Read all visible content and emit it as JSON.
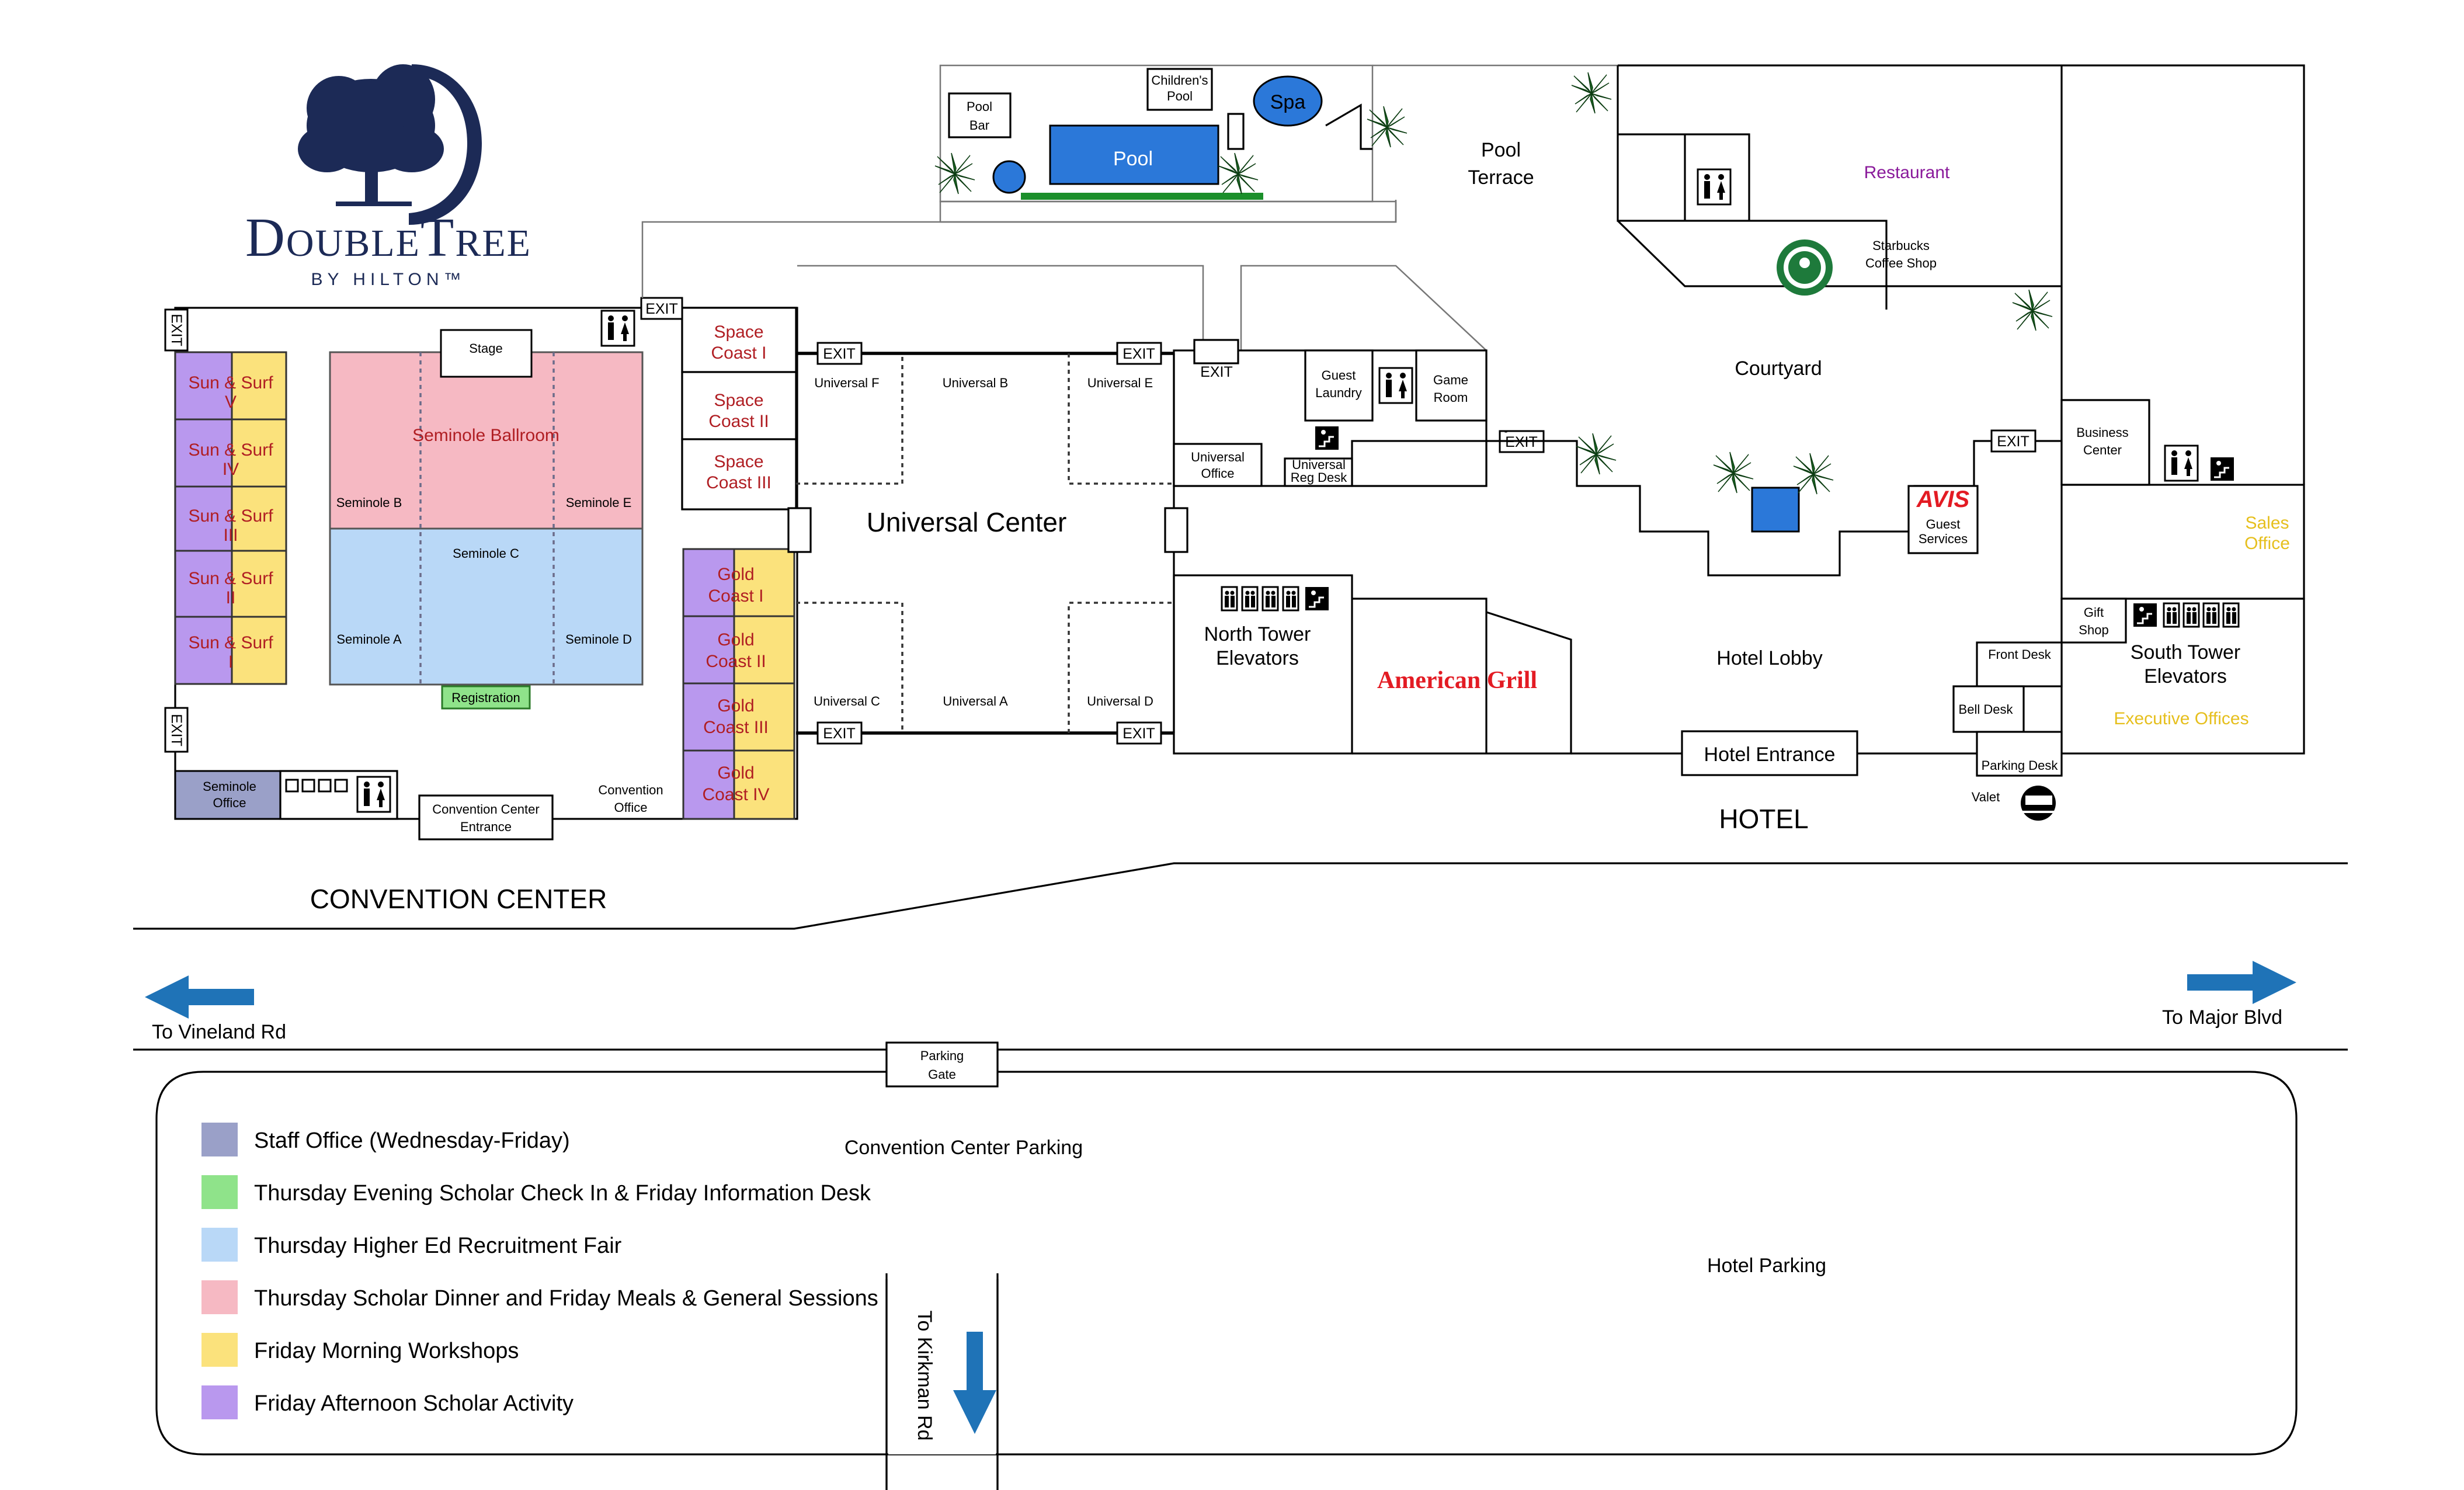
{
  "brand": {
    "name": "DoubleTree",
    "sub": "BY HILTON™"
  },
  "colors": {
    "staff": "#9aa0c8",
    "checkin": "#8fe38a",
    "fair": "#b9d8f7",
    "dinner": "#f6b9c3",
    "workshops": "#fbe27c",
    "activity": "#b998ee",
    "label_red": "#b01e23",
    "label_purple": "#8a1a9b",
    "label_yellow": "#e6bf1d",
    "label_teal": "#14809a",
    "blue_arrow": "#1f73b7",
    "pool": "#2b78d9"
  },
  "exit_label": "EXIT",
  "convention": {
    "title": "CONVENTION CENTER",
    "ballroom": "Seminole Ballroom",
    "stage": "Stage",
    "sections": [
      "Seminole B",
      "Seminole E",
      "Seminole C",
      "Seminole A",
      "Seminole D"
    ],
    "registration": "Registration",
    "sun_surf": [
      {
        "a": "Sun & Surf",
        "b": "V"
      },
      {
        "a": "Sun & Surf",
        "b": "IV"
      },
      {
        "a": "Sun & Surf",
        "b": "III"
      },
      {
        "a": "Sun & Surf",
        "b": "II"
      },
      {
        "a": "Sun & Surf",
        "b": "I"
      }
    ],
    "seminole_office": [
      "Seminole",
      "Office"
    ],
    "entrance": [
      "Convention Center",
      "Entrance"
    ],
    "conv_office": [
      "Convention",
      "Office"
    ],
    "space_coast": [
      {
        "a": "Space",
        "b": "Coast I"
      },
      {
        "a": "Space",
        "b": "Coast II"
      },
      {
        "a": "Space",
        "b": "Coast III"
      }
    ],
    "gold_coast": [
      {
        "a": "Gold",
        "b": "Coast I"
      },
      {
        "a": "Gold",
        "b": "Coast II"
      },
      {
        "a": "Gold",
        "b": "Coast III"
      },
      {
        "a": "Gold",
        "b": "Coast IV"
      }
    ]
  },
  "universal": {
    "title": "Universal Center",
    "rooms": [
      "Universal F",
      "Universal B",
      "Universal E",
      "Universal C",
      "Universal A",
      "Universal D"
    ],
    "office": [
      "Universal",
      "Office"
    ],
    "reg_desk": [
      "Universal",
      "Reg Desk"
    ],
    "guest_laundry": [
      "Guest",
      "Laundry"
    ],
    "game_room": [
      "Game",
      "Room"
    ]
  },
  "pool_area": {
    "pool_bar": [
      "Pool",
      "Bar"
    ],
    "childrens_pool": [
      "Children's",
      "Pool"
    ],
    "spa": "Spa",
    "pool": "Pool",
    "terrace": [
      "Pool",
      "Terrace"
    ]
  },
  "hotel": {
    "title": "HOTEL",
    "restaurant": "Restaurant",
    "starbucks": [
      "Starbucks",
      "Coffee Shop"
    ],
    "courtyard": "Courtyard",
    "business_center": [
      "Business",
      "Center"
    ],
    "sales_office": [
      "Sales",
      "Office"
    ],
    "avis": "AVIS",
    "guest_services": [
      "Guest",
      "Services"
    ],
    "north_elevators": [
      "North Tower",
      "Elevators"
    ],
    "american_grill": "American Grill",
    "lobby": "Hotel Lobby",
    "gift_shop": [
      "Gift",
      "Shop"
    ],
    "south_elevators": [
      "South Tower",
      "Elevators"
    ],
    "executive_offices": "Executive Offices",
    "front_desk": "Front Desk",
    "bell_desk": "Bell Desk",
    "parking_desk": "Parking Desk",
    "valet": "Valet",
    "entrance": "Hotel Entrance"
  },
  "roads": {
    "to_vineland": "To Vineland Rd",
    "to_major": "To Major Blvd",
    "parking_gate": [
      "Parking",
      "Gate"
    ],
    "convention_parking": "Convention Center Parking",
    "hotel_parking": "Hotel Parking",
    "to_kirkman": "To Kirkman Rd"
  },
  "legend": [
    {
      "label": "Staff Office (Wednesday-Friday)",
      "color": "#9aa0c8"
    },
    {
      "label": "Thursday Evening Scholar Check In & Friday Information Desk",
      "color": "#8fe38a"
    },
    {
      "label": "Thursday Higher Ed Recruitment Fair",
      "color": "#b9d8f7"
    },
    {
      "label": "Thursday Scholar Dinner and Friday Meals & General Sessions",
      "color": "#f6b9c3"
    },
    {
      "label": "Friday Morning Workshops",
      "color": "#fbe27c"
    },
    {
      "label": "Friday Afternoon Scholar Activity",
      "color": "#b998ee"
    }
  ]
}
